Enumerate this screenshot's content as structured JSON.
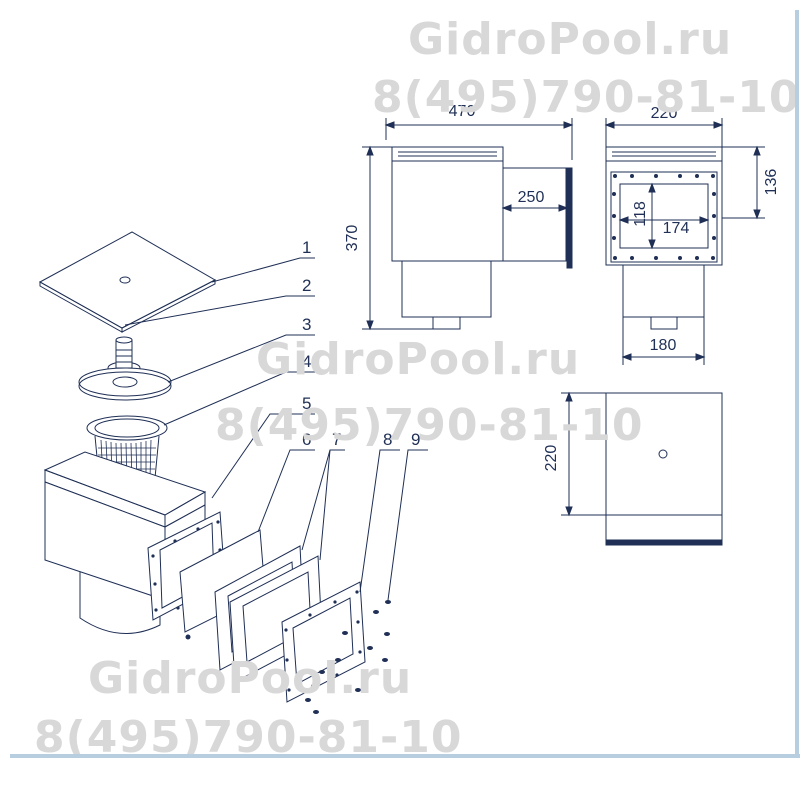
{
  "watermark": {
    "site": "GidroPool.ru",
    "phone": "8(495)790-81-10"
  },
  "dimensions": {
    "front_width": "470",
    "front_height": "370",
    "front_pipe": "250",
    "side_width": "220",
    "side_top": "136",
    "side_opening_h": "118",
    "side_opening_w": "174",
    "side_body": "180",
    "plan_size": "220"
  },
  "parts": [
    "1",
    "2",
    "3",
    "4",
    "5",
    "6",
    "7",
    "8",
    "9"
  ],
  "colors": {
    "line": "#1f2f55",
    "watermark": "#d8d8d8",
    "frame": "#b7cde0"
  }
}
